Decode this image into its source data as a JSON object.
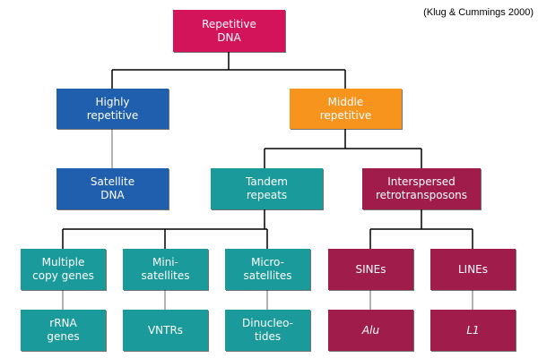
{
  "citation": "(Klug & Cummings 2000)",
  "colors": {
    "magenta": "#d4145a",
    "blue": "#1f5fae",
    "orange": "#f7941d",
    "teal": "#1a9a9a",
    "maroon": "#a01c4a"
  },
  "nodes": {
    "repetitive_dna": "Repetitive\nDNA",
    "highly_repetitive": "Highly\nrepetitive",
    "middle_repetitive": "Middle\nrepetitive",
    "satellite_dna": "Satellite\nDNA",
    "tandem_repeats": "Tandem\nrepeats",
    "interspersed_retrotransposons": "Interspersed\nretrotransposons",
    "multiple_copy_genes": "Multiple\ncopy genes",
    "minisatellites": "Mini-\nsatellites",
    "microsatellites": "Micro-\nsatellites",
    "sines": "SINEs",
    "lines": "LINEs",
    "rrna_genes": "rRNA\ngenes",
    "vntrs": "VNTRs",
    "dinucleotides": "Dinucleo-\ntides",
    "alu": "Alu",
    "l1": "L1"
  }
}
